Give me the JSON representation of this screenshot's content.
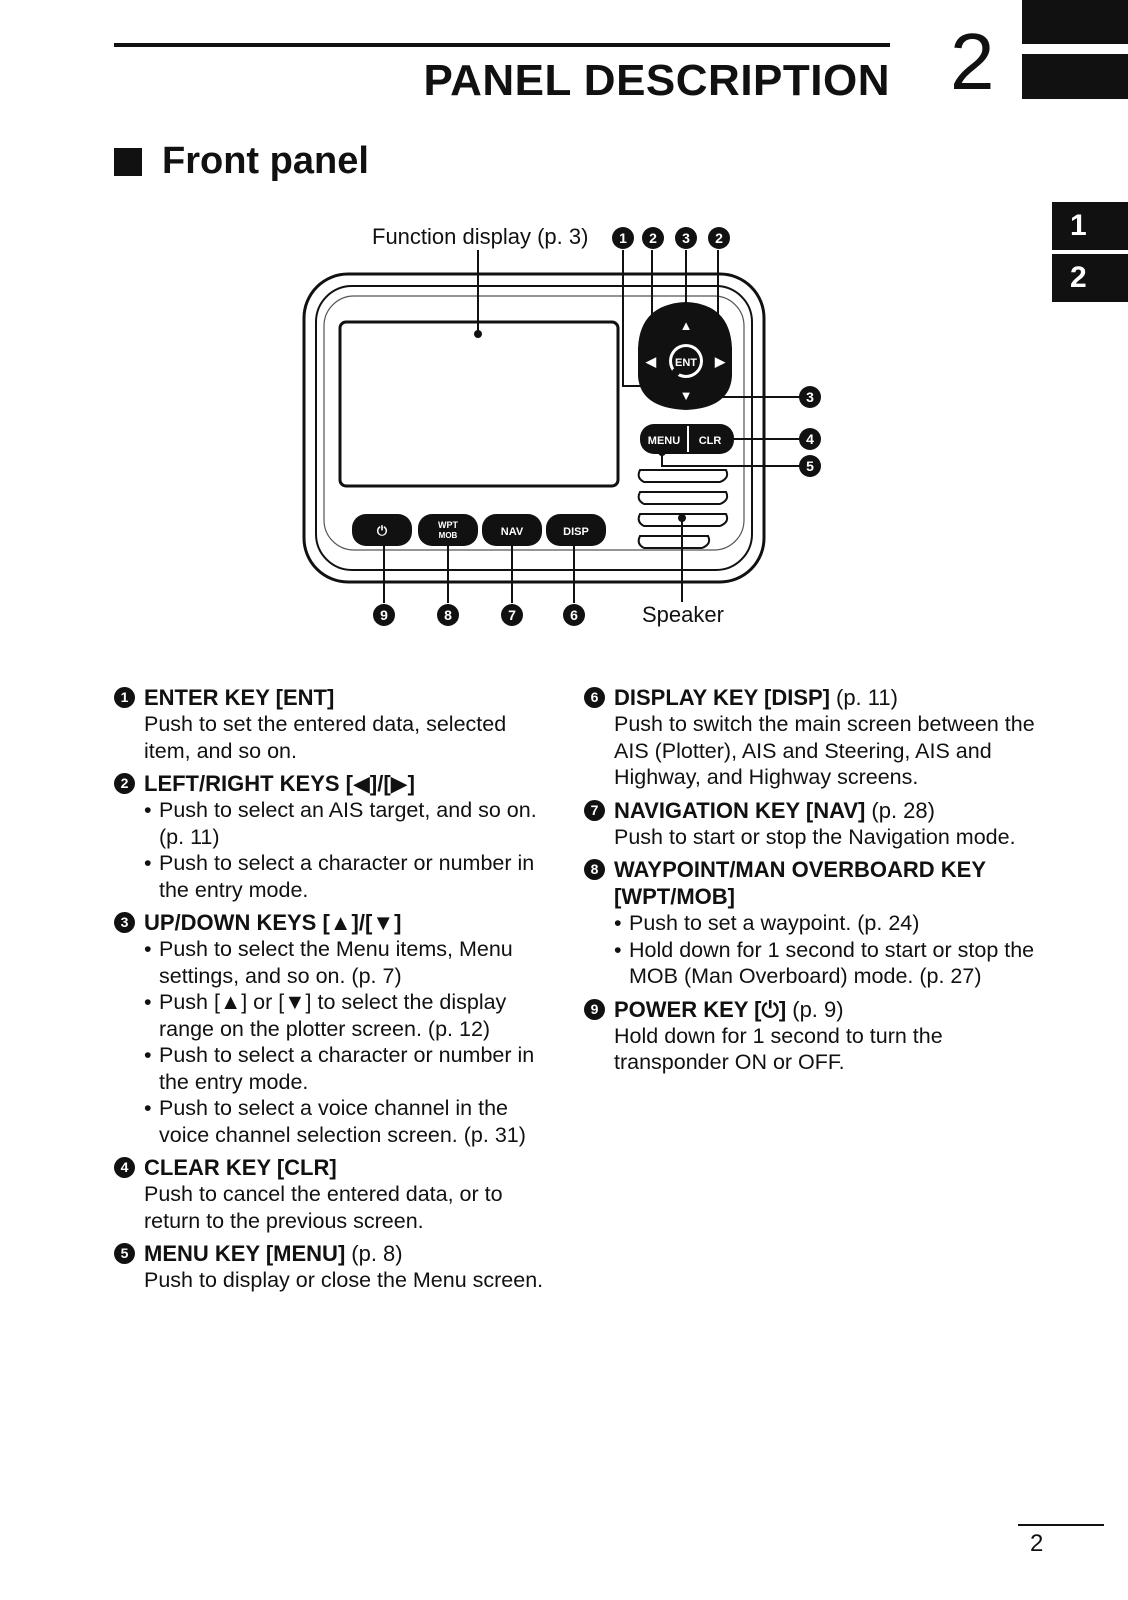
{
  "header": {
    "chapter_title": "PANEL DESCRIPTION",
    "chapter_number": "2"
  },
  "section": {
    "title": "Front panel"
  },
  "chapter_tabs": [
    "1",
    "2"
  ],
  "diagram": {
    "function_display_label": "Function display (p. 3)",
    "speaker_label": "Speaker",
    "callout_numbers_top": [
      "1",
      "2",
      "3",
      "2"
    ],
    "callout_numbers_right": [
      "3",
      "4",
      "5"
    ],
    "callout_numbers_bottom": [
      "9",
      "8",
      "7",
      "6"
    ],
    "keys": {
      "ent": "ENT",
      "menu": "MENU",
      "clr": "CLR",
      "nav": "NAV",
      "disp": "DISP",
      "wpt": "WPT",
      "mob": "MOB",
      "up": "▲",
      "down": "▼",
      "left": "◀",
      "right": "▶",
      "power": "⏻"
    }
  },
  "items_left": [
    {
      "num": "1",
      "title": "ENTER KEY [ENT]",
      "ref": "",
      "desc": "Push to set the entered data, selected item, and so on.",
      "bullets": []
    },
    {
      "num": "2",
      "title": "LEFT/RIGHT KEYS [◀]/[▶]",
      "ref": "",
      "desc": "",
      "bullets": [
        "Push to select an AIS target, and so on. (p. 11)",
        "Push to select a character or number in the entry mode."
      ]
    },
    {
      "num": "3",
      "title": "UP/DOWN KEYS [▲]/[▼]",
      "ref": "",
      "desc": "",
      "bullets": [
        "Push to select the Menu items, Menu settings, and so on. (p. 7)",
        "Push [▲] or [▼] to select the display range on the plotter screen. (p. 12)",
        "Push to select a character or number in the entry mode.",
        "Push to select a voice channel in the voice channel selection screen. (p. 31)"
      ]
    },
    {
      "num": "4",
      "title": "CLEAR KEY [CLR]",
      "ref": "",
      "desc": "Push to cancel the entered data, or to return to the previous screen.",
      "bullets": []
    },
    {
      "num": "5",
      "title": "MENU KEY [MENU]",
      "ref": "(p. 8)",
      "desc": "Push to display or close the Menu screen.",
      "bullets": []
    }
  ],
  "items_right": [
    {
      "num": "6",
      "title": "DISPLAY KEY [DISP]",
      "ref": "(p. 11)",
      "desc": "Push to switch the main screen between the AIS (Plotter), AIS and Steering, AIS and Highway, and Highway screens.",
      "bullets": []
    },
    {
      "num": "7",
      "title": "NAVIGATION KEY [NAV]",
      "ref": "(p. 28)",
      "desc": "Push to start or stop the Navigation mode.",
      "bullets": []
    },
    {
      "num": "8",
      "title": "WAYPOINT/MAN OVERBOARD KEY [WPT/MOB]",
      "ref": "",
      "desc": "",
      "bullets": [
        "Push to set a waypoint. (p. 24)",
        "Hold down for 1 second to start or stop the MOB (Man Overboard) mode. (p. 27)"
      ]
    },
    {
      "num": "9",
      "title_prefix": "POWER KEY [",
      "title_icon": "⏻",
      "title_suffix": "]",
      "ref": "(p. 9)",
      "desc": "Hold down for 1 second to turn the transponder ON or OFF.",
      "bullets": []
    }
  ],
  "footer": {
    "page_number": "2"
  }
}
